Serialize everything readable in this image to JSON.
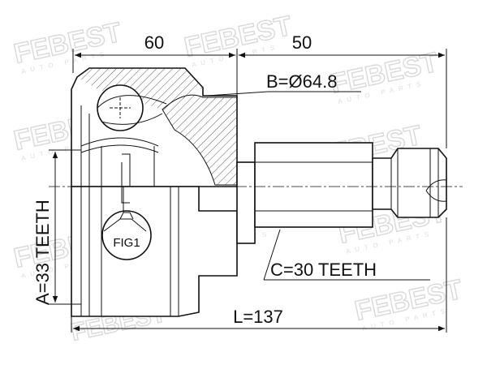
{
  "brand": {
    "watermark": "FEBEST",
    "watermark_sub": "AUTO PARTS",
    "watermark_color": "#d9d9d9"
  },
  "dimensions": {
    "top_left": "60",
    "top_right": "50",
    "outer_diameter": "B=Ø64.8",
    "inner_teeth": "A=33 TEETH",
    "outer_teeth": "C=30 TEETH",
    "length": "L=137"
  },
  "labels": {
    "figure": "FIG1"
  },
  "colors": {
    "line": "#111111",
    "background": "#ffffff"
  }
}
